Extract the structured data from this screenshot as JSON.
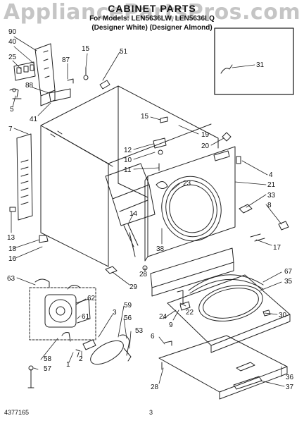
{
  "watermark": "AppliancePartsPros.com",
  "header": {
    "title": "CABINET PARTS",
    "model_line": "For Models: LEN5636LW, LEN5636LQ",
    "color_line": "(Designer White) (Designer Almond)"
  },
  "footer": {
    "part_number": "4377165",
    "page_number": "3"
  },
  "callouts": [
    {
      "id": "c90",
      "text": "90"
    },
    {
      "id": "c40",
      "text": "40"
    },
    {
      "id": "c25",
      "text": "25"
    },
    {
      "id": "c88",
      "text": "88"
    },
    {
      "id": "c5",
      "text": "5"
    },
    {
      "id": "c41",
      "text": "41"
    },
    {
      "id": "c7",
      "text": "7"
    },
    {
      "id": "c15a",
      "text": "15"
    },
    {
      "id": "c87",
      "text": "87"
    },
    {
      "id": "c51",
      "text": "51"
    },
    {
      "id": "c31",
      "text": "31"
    },
    {
      "id": "c15b",
      "text": "15"
    },
    {
      "id": "c19",
      "text": "19"
    },
    {
      "id": "c20",
      "text": "20"
    },
    {
      "id": "c12",
      "text": "12"
    },
    {
      "id": "c10",
      "text": "10"
    },
    {
      "id": "c11",
      "text": "11"
    },
    {
      "id": "c4",
      "text": "4"
    },
    {
      "id": "c21",
      "text": "21"
    },
    {
      "id": "c23",
      "text": "23"
    },
    {
      "id": "c33",
      "text": "33"
    },
    {
      "id": "c8",
      "text": "8"
    },
    {
      "id": "c14",
      "text": "14"
    },
    {
      "id": "c13",
      "text": "13"
    },
    {
      "id": "c38",
      "text": "38"
    },
    {
      "id": "c17",
      "text": "17"
    },
    {
      "id": "c18",
      "text": "18"
    },
    {
      "id": "c16",
      "text": "16"
    },
    {
      "id": "c28a",
      "text": "28"
    },
    {
      "id": "c29",
      "text": "29"
    },
    {
      "id": "c63",
      "text": "63"
    },
    {
      "id": "c62",
      "text": "62"
    },
    {
      "id": "c61",
      "text": "61"
    },
    {
      "id": "c67",
      "text": "67"
    },
    {
      "id": "c35",
      "text": "35"
    },
    {
      "id": "c22",
      "text": "22"
    },
    {
      "id": "c30",
      "text": "30"
    },
    {
      "id": "c9",
      "text": "9"
    },
    {
      "id": "c24",
      "text": "24"
    },
    {
      "id": "c3",
      "text": "3"
    },
    {
      "id": "c59",
      "text": "59"
    },
    {
      "id": "c56",
      "text": "56"
    },
    {
      "id": "c53",
      "text": "53"
    },
    {
      "id": "c6",
      "text": "6"
    },
    {
      "id": "c58",
      "text": "58"
    },
    {
      "id": "c57",
      "text": "57"
    },
    {
      "id": "c1",
      "text": "1"
    },
    {
      "id": "c2",
      "text": "2"
    },
    {
      "id": "c28b",
      "text": "28"
    },
    {
      "id": "c36",
      "text": "36"
    },
    {
      "id": "c37",
      "text": "37"
    }
  ]
}
